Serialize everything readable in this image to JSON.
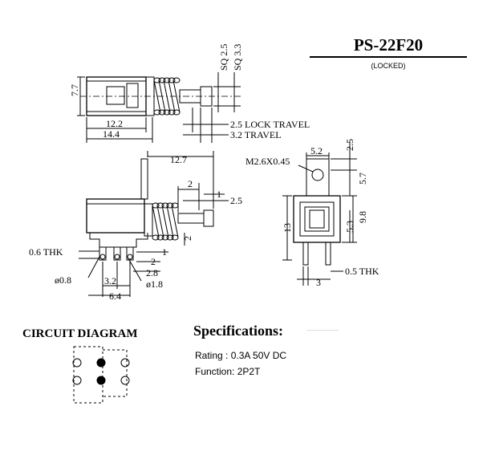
{
  "header": {
    "model": "PS-22F20",
    "state": "(LOCKED)"
  },
  "top_view": {
    "dim_height": "7.7",
    "dim_body_length": "12.2",
    "dim_total_length": "14.4",
    "sq_small": "SQ 2.5",
    "sq_large": "SQ 3.3",
    "lock_travel": "2.5 LOCK TRAVEL",
    "travel": "3.2 TRAVEL"
  },
  "side_view": {
    "dim_length": "12.7",
    "dim_a": "2",
    "dim_b": "1",
    "dim_c": "2.5",
    "dim_vertical": "2",
    "thickness": "0.6 THK",
    "hole": "ø0.8",
    "dim_1": "1",
    "dim_2": "2",
    "dim_28": "2.8",
    "pin_pitch": "3.2",
    "pin_dia": "ø1.8",
    "pin_span": "6.4"
  },
  "front_view": {
    "screw": "M2.6X0.45",
    "dim_top_width": "5.2",
    "dim_top": "2.5",
    "dim_57": "5.7",
    "dim_height": "13",
    "dim_98": "9.8",
    "dim_53": "5.3",
    "thickness": "0.5 THK",
    "pitch": "3"
  },
  "circuit": {
    "title": "CIRCUIT DIAGRAM"
  },
  "specs": {
    "title": "Specifications:",
    "rating": "Rating : 0.3A 50V DC",
    "function": "Function: 2P2T"
  }
}
